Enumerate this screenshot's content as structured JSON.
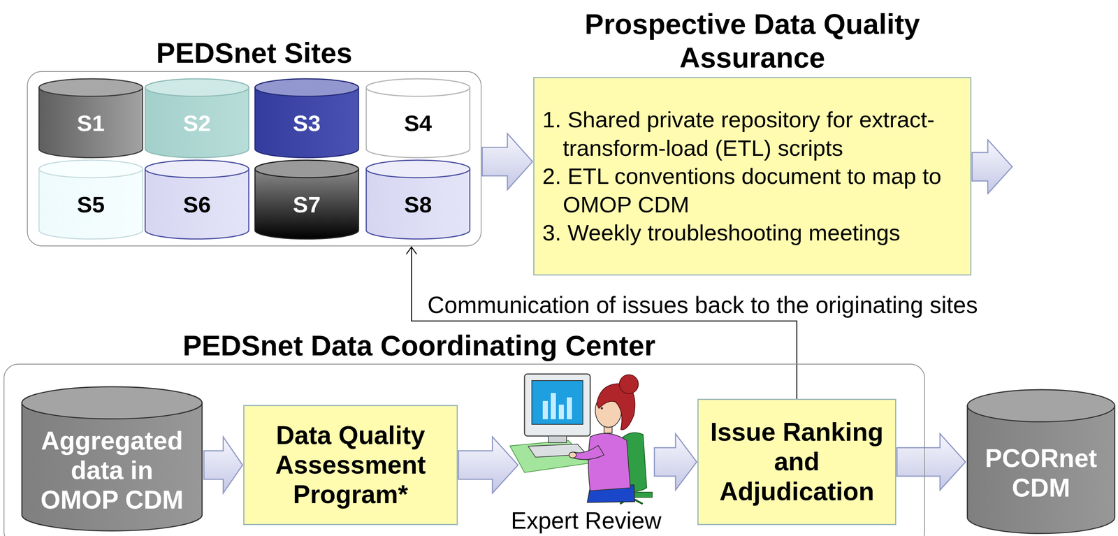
{
  "diagram": {
    "nodes": [
      {
        "text": [
          "PEDSnet Sites"
        ]
      },
      {
        "text": [
          "S1"
        ],
        "in": 0
      },
      {
        "text": [
          "S2"
        ],
        "in": 0
      },
      {
        "text": [
          "S3"
        ],
        "in": 0
      },
      {
        "text": [
          "S4"
        ],
        "in": 0
      },
      {
        "text": [
          "S5"
        ],
        "in": 0
      },
      {
        "text": [
          "S6"
        ],
        "in": 0
      },
      {
        "text": [
          "S7"
        ],
        "in": 0
      },
      {
        "text": [
          "S8"
        ],
        "in": 0
      },
      {
        "text": [
          "Prospective Data Quality Assurance",
          "1. Shared private repository for extract-transform-load (ETL) scripts",
          "2. ETL conventions document to map to OMOP CDM",
          "3. Weekly troubleshooting meetings"
        ]
      },
      {
        "text": [
          "PEDSnet Data Coordinating Center"
        ]
      },
      {
        "text": [
          "Aggregated data in OMOP CDM"
        ],
        "in": 10
      },
      {
        "text": [
          "Data Quality Assessment Program*"
        ],
        "in": 10
      },
      {
        "text": [
          "Expert Review"
        ],
        "in": 10
      },
      {
        "text": [
          "Issue Ranking and Adjudication"
        ],
        "in": 10
      },
      {
        "text": [
          "PCORnet CDM"
        ]
      }
    ],
    "edges": [
      {
        "from": 0,
        "to": 9,
        "arrow": "to"
      },
      {
        "from": 11,
        "to": 12,
        "arrow": "to"
      },
      {
        "from": 12,
        "to": 13,
        "arrow": "to"
      },
      {
        "from": 13,
        "to": 14,
        "arrow": "to"
      },
      {
        "from": 14,
        "to": 15,
        "arrow": "to"
      },
      {
        "from": 14,
        "to": 0,
        "label": "Communication of issues back to the originating sites",
        "arrow": "to"
      }
    ]
  }
}
